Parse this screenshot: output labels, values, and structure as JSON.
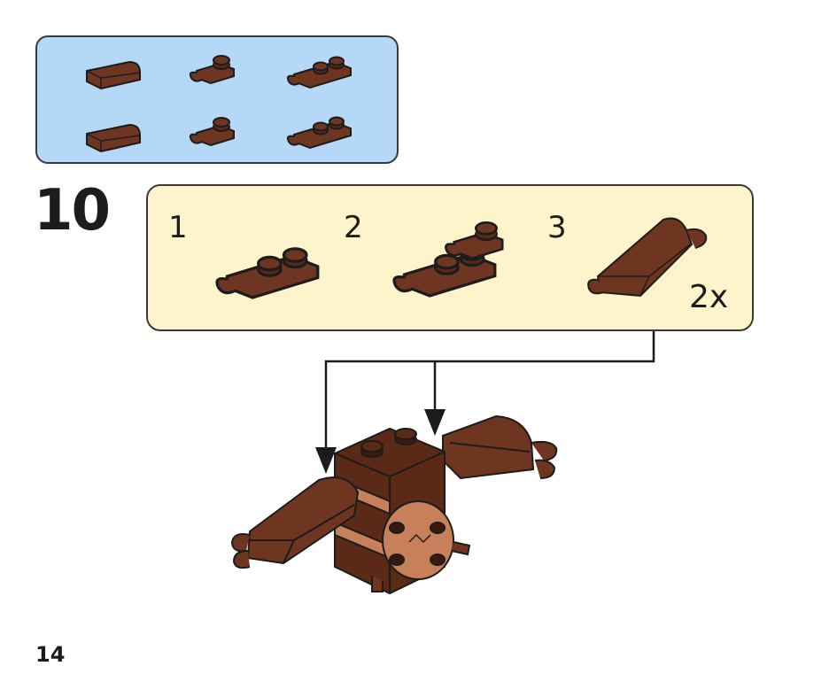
{
  "step": {
    "number": "10",
    "substeps": [
      {
        "label": "1"
      },
      {
        "label": "2"
      },
      {
        "label": "3"
      }
    ],
    "multiplier": "2x"
  },
  "parts_list": {
    "items": [
      {
        "part": "curved-slope-1x2-icon",
        "color": "#5a2a17"
      },
      {
        "part": "plate-clip-1x1-icon",
        "color": "#5a2a17"
      },
      {
        "part": "plate-clip-1x2-icon",
        "color": "#5a2a17"
      },
      {
        "part": "curved-slope-1x2-icon",
        "color": "#5a2a17"
      },
      {
        "part": "plate-clip-1x1-icon",
        "color": "#5a2a17"
      },
      {
        "part": "plate-clip-1x2-icon",
        "color": "#5a2a17"
      }
    ]
  },
  "colors": {
    "brick_brown": "#5a2a17",
    "brick_brown_light": "#7a3d22",
    "brick_tan": "#c8805a",
    "parts_panel_bg": "#b4d8f6",
    "substeps_panel_bg": "#fdf4cc"
  },
  "page": {
    "number": "14"
  }
}
